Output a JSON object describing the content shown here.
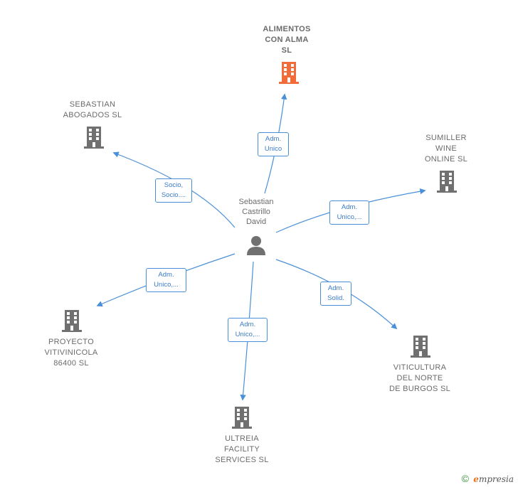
{
  "center": {
    "name": "Sebastian\nCastrillo\nDavid"
  },
  "companies": [
    {
      "id": "alimentos",
      "name": "ALIMENTOS\nCON ALMA\nSL",
      "highlight": true
    },
    {
      "id": "sebastian-abogados",
      "name": "SEBASTIAN\nABOGADOS SL",
      "highlight": false
    },
    {
      "id": "sumiller",
      "name": "SUMILLER\nWINE\nONLINE SL",
      "highlight": false
    },
    {
      "id": "proyecto",
      "name": "PROYECTO\nVITIVINICOLA\n86400 SL",
      "highlight": false
    },
    {
      "id": "viticultura",
      "name": "VITICULTURA\nDEL NORTE\nDE BURGOS SL",
      "highlight": false
    },
    {
      "id": "ultreia",
      "name": "ULTREIA\nFACILITY\nSERVICES SL",
      "highlight": false
    }
  ],
  "edges": [
    {
      "to": "alimentos",
      "label": "Adm.\nUnico"
    },
    {
      "to": "sebastian-abogados",
      "label": "Socio,\nSocio...."
    },
    {
      "to": "sumiller",
      "label": "Adm.\nUnico,..."
    },
    {
      "to": "proyecto",
      "label": "Adm.\nUnico,..."
    },
    {
      "to": "viticultura",
      "label": "Adm.\nSolid."
    },
    {
      "to": "ultreia",
      "label": "Adm.\nUnico,..."
    }
  ],
  "footer": {
    "copyright": "©",
    "brand_e": "e",
    "brand_rest": "mpresia"
  },
  "colors": {
    "highlight": "#f26b3a",
    "building": "#707070",
    "edge": "#4a90d9",
    "person": "#707070"
  }
}
